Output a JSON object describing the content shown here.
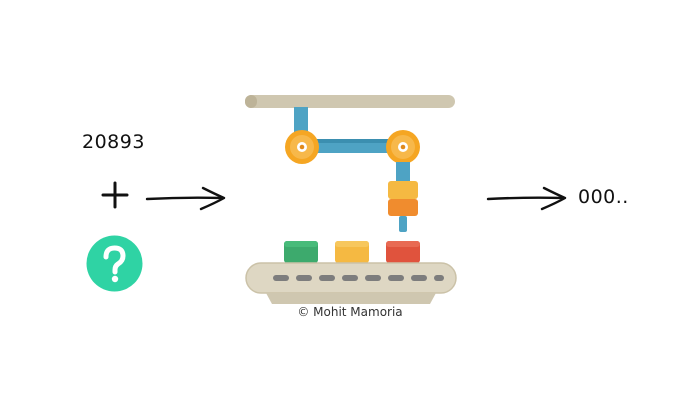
{
  "input": {
    "number": "20893",
    "operator_icon": "plus-icon",
    "unknown_icon": "question-icon",
    "unknown_color": "#2fd3a4"
  },
  "process": {
    "icon": "robotic-arm-assembly-line-icon",
    "colors": {
      "rail": "#cfc7b0",
      "arm": "#4ea3c4",
      "joint": "#f5a623",
      "block_green": "#3daa6d",
      "block_yellow": "#f5b942",
      "block_red": "#e0533d"
    }
  },
  "output": {
    "text": "000.."
  },
  "credit": {
    "text": "© Mohit Mamoria"
  }
}
